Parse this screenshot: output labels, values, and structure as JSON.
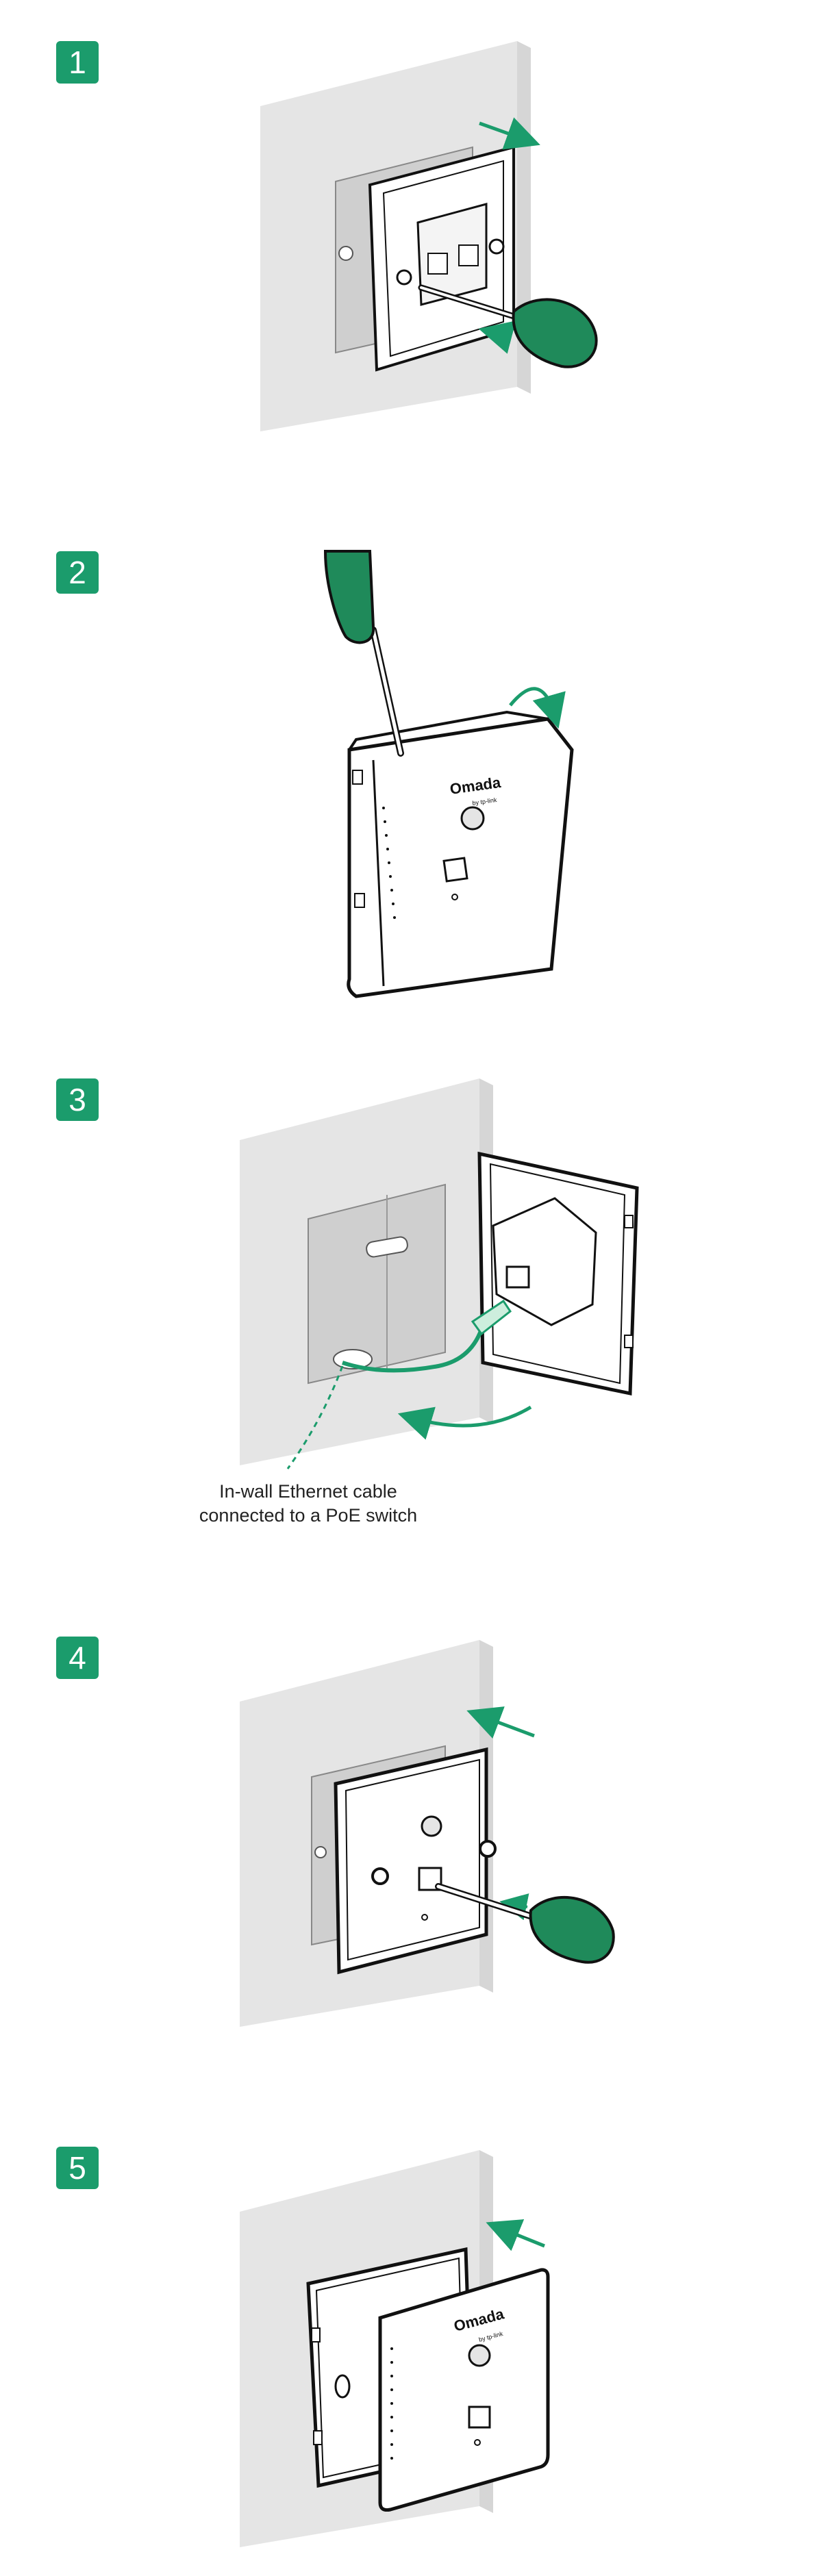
{
  "steps": [
    {
      "number": "1"
    },
    {
      "number": "2"
    },
    {
      "number": "3"
    },
    {
      "number": "4"
    },
    {
      "number": "5"
    }
  ],
  "brand": {
    "logo_text": "Omada",
    "logo_sub": "by tp-link"
  },
  "caption": {
    "line1": "In-wall Ethernet cable",
    "line2": "connected to a PoE switch"
  },
  "colors": {
    "accent": "#1b9c6c",
    "wall": "#e5e5e5",
    "wall_edge": "#d0d0d0",
    "outline": "#111111",
    "screwdriver": "#1f8a5a"
  }
}
